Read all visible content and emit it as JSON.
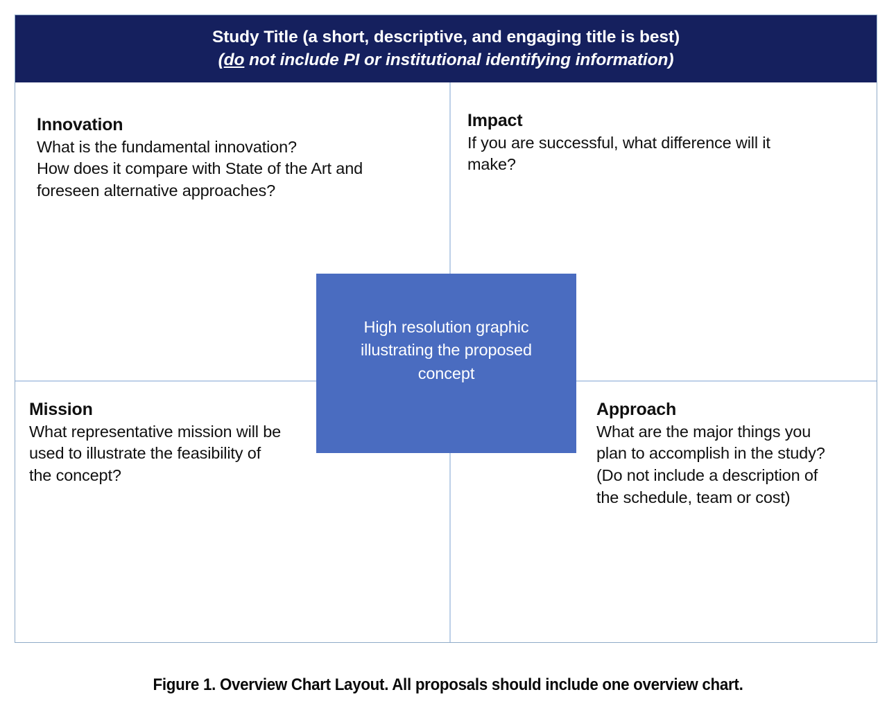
{
  "figure": {
    "caption": "Figure 1.  Overview Chart Layout.  All proposals should include one overview chart."
  },
  "chart": {
    "title": {
      "line1": "Study Title (a short, descriptive, and engaging title is best)",
      "line2_prefix": "(",
      "line2_underlined": "do",
      "line2_rest": " not include PI or institutional identifying information)"
    },
    "colors": {
      "banner_background": "#15205E",
      "banner_text": "#ffffff",
      "divider": "#bdd0e8",
      "frame_border": "#8faac8",
      "graphic_fill": "#4A6CC0",
      "body_text": "#101010"
    },
    "quadrants": {
      "innovation": {
        "title": "Innovation",
        "lines": [
          "What is the fundamental innovation?",
          "How does it compare with State of the Art and",
          "foreseen alternative approaches?"
        ]
      },
      "impact": {
        "title": "Impact",
        "lines": [
          "If you are successful, what difference will it",
          "make?"
        ]
      },
      "mission": {
        "title": "Mission",
        "lines": [
          "What representative mission will be",
          "used to illustrate the feasibility of",
          "the concept?"
        ]
      },
      "approach": {
        "title": "Approach",
        "lines": [
          "What are the major things you",
          "plan to accomplish in the study?",
          "(Do not include a description of",
          "the schedule, team or cost)"
        ]
      }
    },
    "graphic_placeholder": {
      "lines": [
        "High resolution graphic",
        "illustrating the proposed",
        "concept"
      ]
    }
  }
}
